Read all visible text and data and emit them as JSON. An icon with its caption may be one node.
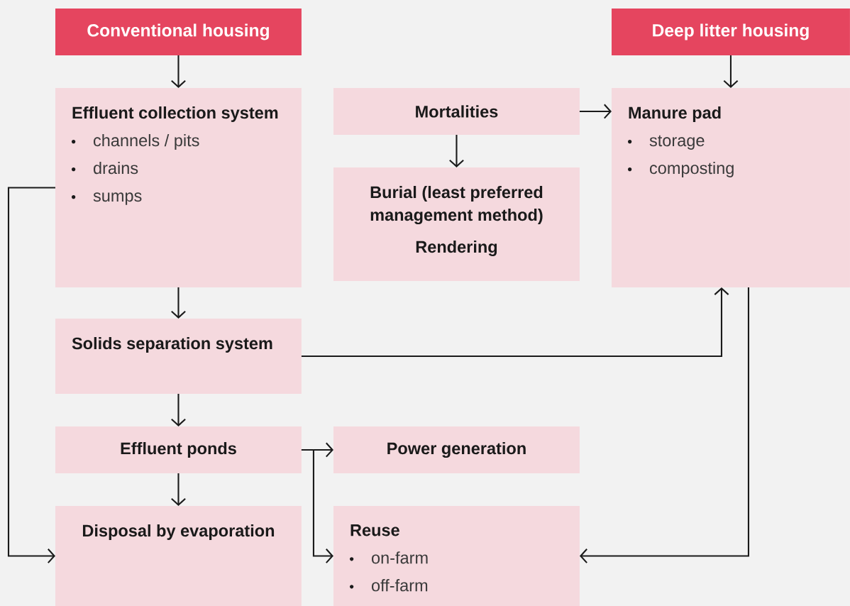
{
  "diagram": {
    "nodes": [
      {
        "text": [
          "Conventional housing"
        ]
      },
      {
        "text": [
          "Deep litter housing"
        ]
      },
      {
        "text": [
          "Effluent collection system",
          "channels / pits",
          "drains",
          "sumps"
        ]
      },
      {
        "text": [
          "Mortalities"
        ]
      },
      {
        "text": [
          "Manure pad",
          "storage",
          "composting"
        ]
      },
      {
        "text": [
          "Burial (least preferred management method)",
          "Rendering"
        ]
      },
      {
        "text": [
          "Solids separation system"
        ]
      },
      {
        "text": [
          "Effluent ponds"
        ]
      },
      {
        "text": [
          "Power generation"
        ]
      },
      {
        "text": [
          "Disposal by evaporation"
        ]
      },
      {
        "text": [
          "Reuse",
          "on-farm",
          "off-farm"
        ]
      }
    ],
    "edges": [
      {
        "from": 0,
        "to": 2,
        "arrow": "to"
      },
      {
        "from": 1,
        "to": 4,
        "arrow": "to"
      },
      {
        "from": 3,
        "to": 4,
        "arrow": "to"
      },
      {
        "from": 3,
        "to": 5,
        "arrow": "to"
      },
      {
        "from": 2,
        "to": 9,
        "arrow": "to"
      },
      {
        "from": 2,
        "to": 6,
        "arrow": "to"
      },
      {
        "from": 6,
        "to": 4,
        "arrow": "to"
      },
      {
        "from": 6,
        "to": 7,
        "arrow": "to"
      },
      {
        "from": 7,
        "to": 8,
        "arrow": "to"
      },
      {
        "from": 7,
        "to": 10,
        "arrow": "to"
      },
      {
        "from": 7,
        "to": 9,
        "arrow": "to"
      },
      {
        "from": 4,
        "to": 10,
        "arrow": "to"
      }
    ]
  }
}
